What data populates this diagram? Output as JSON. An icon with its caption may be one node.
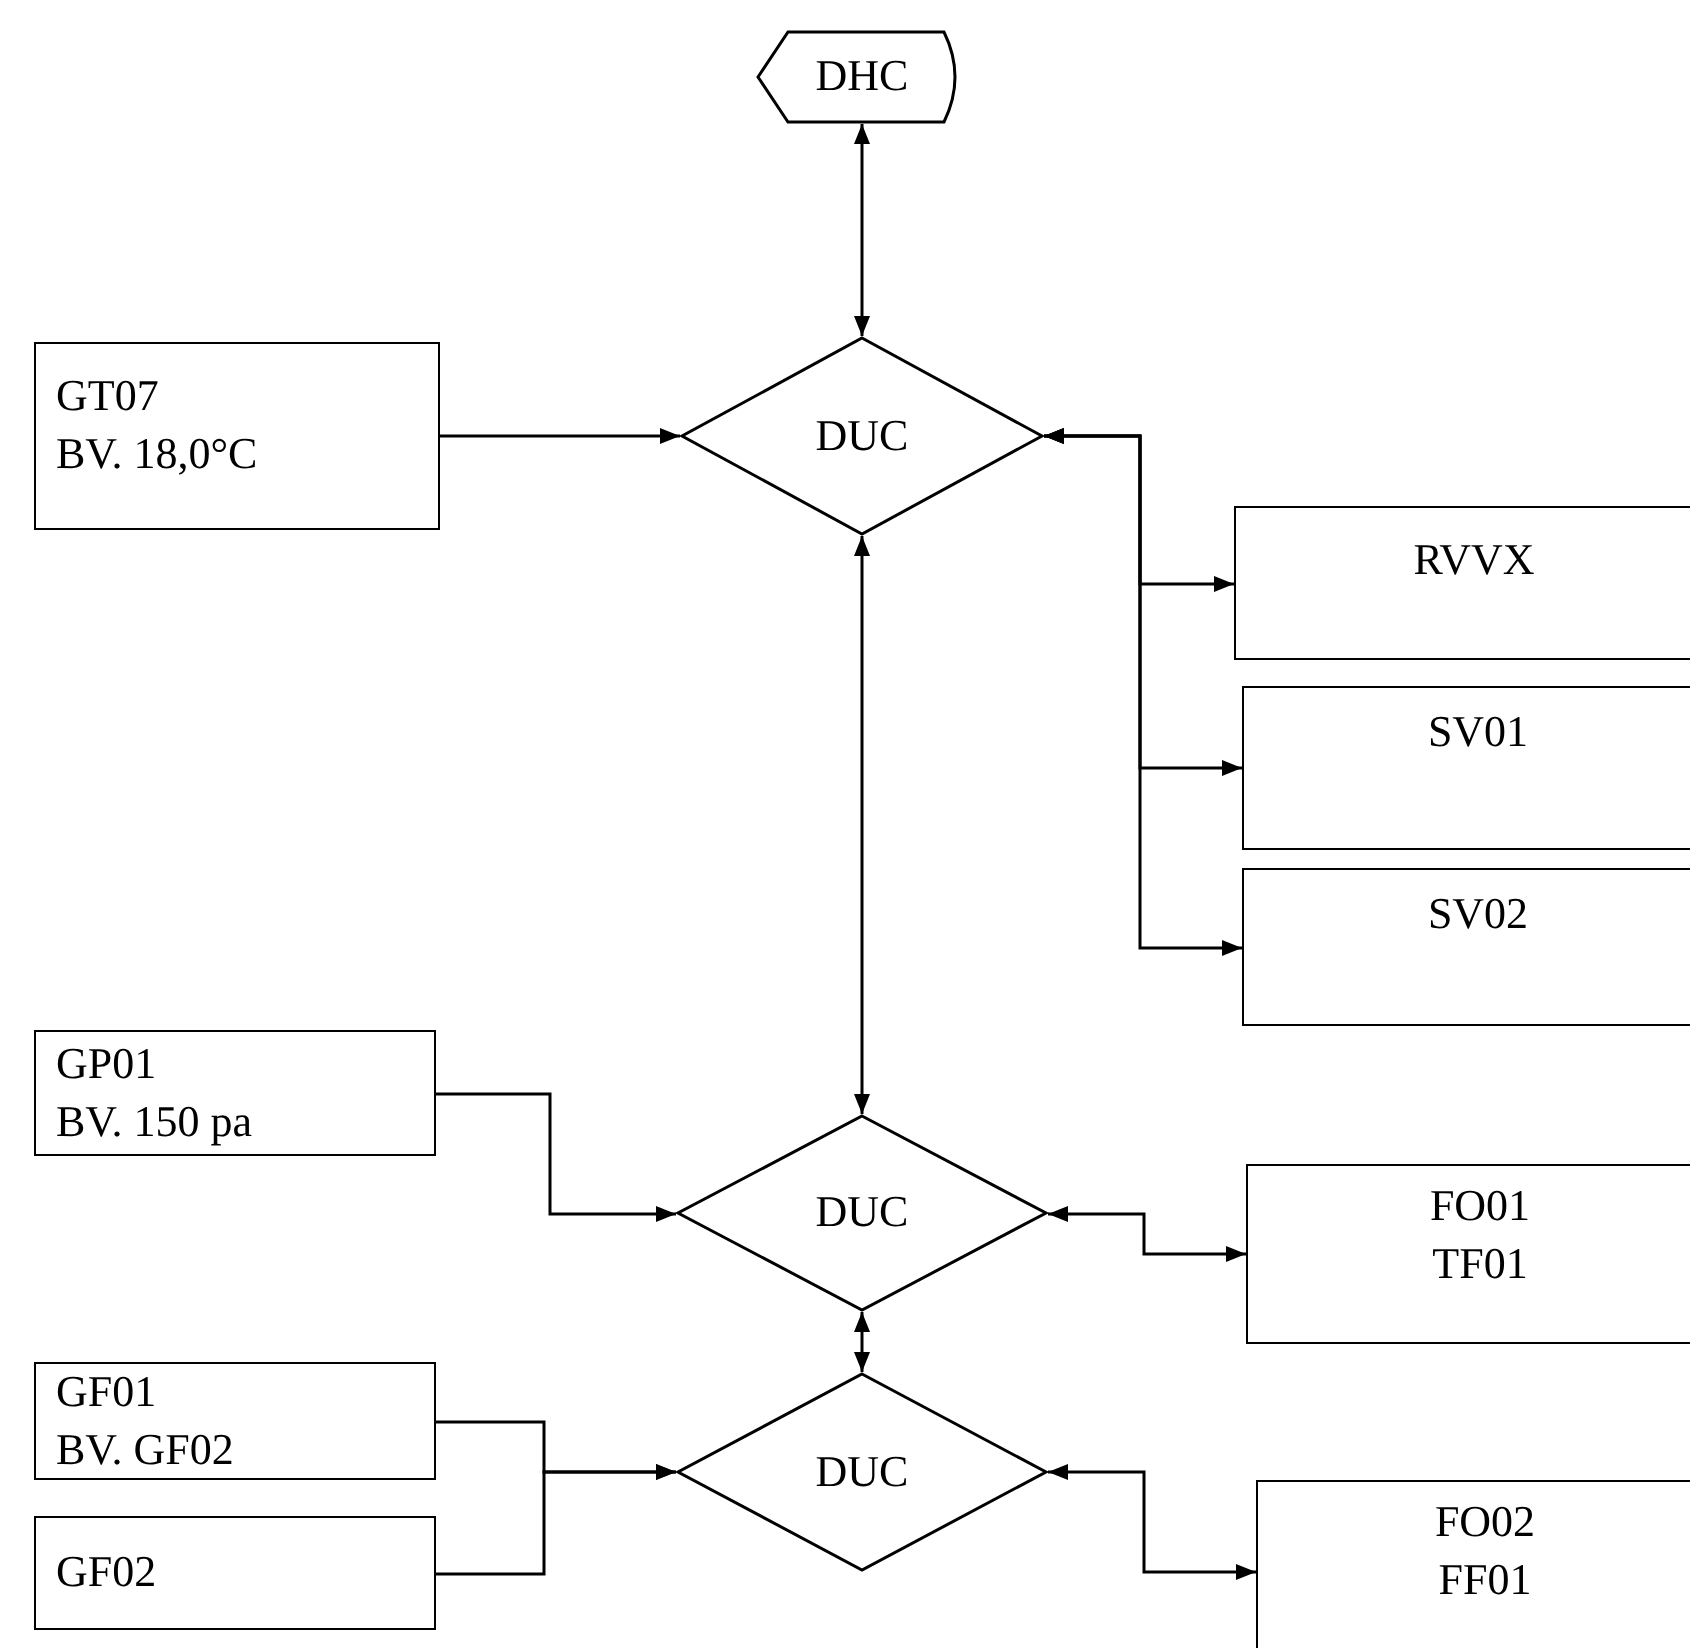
{
  "diagram": {
    "nodes": [
      {
        "text": [
          "DHC"
        ]
      },
      {
        "text": [
          "GT07 BV. 18,0°C"
        ]
      },
      {
        "text": [
          "DUC"
        ]
      },
      {
        "text": [
          "RVVX"
        ]
      },
      {
        "text": [
          "SV01"
        ]
      },
      {
        "text": [
          "SV02"
        ]
      },
      {
        "text": [
          "GP01 BV. 150 pa"
        ]
      },
      {
        "text": [
          "DUC"
        ]
      },
      {
        "text": [
          "FO01 TF01"
        ]
      },
      {
        "text": [
          "GF01 BV. GF02"
        ]
      },
      {
        "text": [
          "DUC"
        ]
      },
      {
        "text": [
          "GF02"
        ]
      },
      {
        "text": [
          "FO02 FF01"
        ]
      }
    ],
    "edges": [
      {
        "from": 0,
        "to": 2,
        "arrow": "both"
      },
      {
        "from": 1,
        "to": 2,
        "arrow": "to"
      },
      {
        "from": 2,
        "to": 3,
        "arrow": "both"
      },
      {
        "from": 2,
        "to": 4,
        "arrow": "both"
      },
      {
        "from": 2,
        "to": 5,
        "arrow": "both"
      },
      {
        "from": 2,
        "to": 7,
        "arrow": "both"
      },
      {
        "from": 6,
        "to": 7,
        "arrow": "to"
      },
      {
        "from": 7,
        "to": 8,
        "arrow": "both"
      },
      {
        "from": 7,
        "to": 10,
        "arrow": "both"
      },
      {
        "from": 9,
        "to": 10,
        "arrow": "to"
      },
      {
        "from": 11,
        "to": 10,
        "arrow": "to"
      },
      {
        "from": 10,
        "to": 12,
        "arrow": "both"
      }
    ]
  }
}
